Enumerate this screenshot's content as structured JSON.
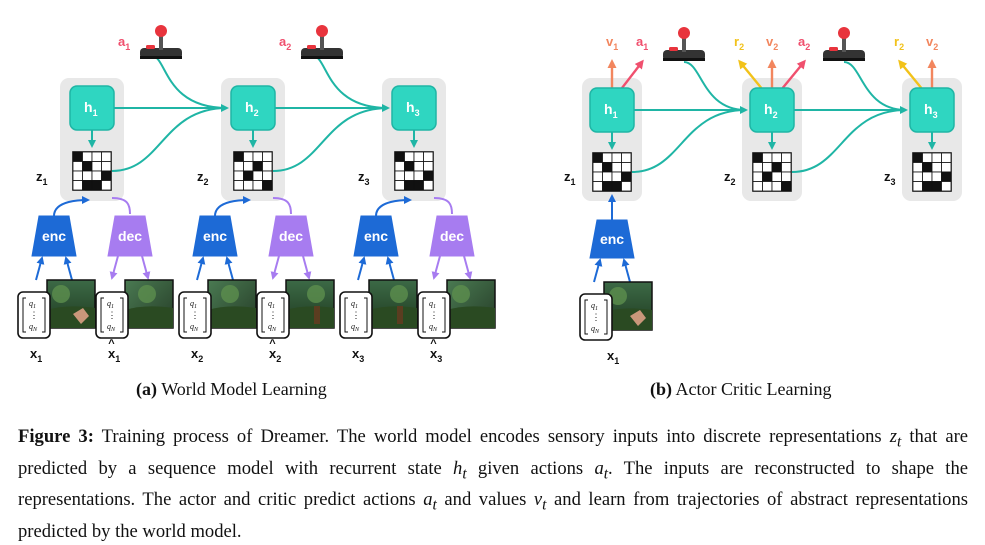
{
  "panel_a": {
    "subcaption_label": "(a)",
    "subcaption_text": "World Model Learning",
    "steps": [
      {
        "h": "h",
        "h_sub": "1",
        "z": "z",
        "z_sub": "1",
        "x": "x",
        "x_sub": "1",
        "xhat_sub": "1",
        "a": "a",
        "a_sub": "1"
      },
      {
        "h": "h",
        "h_sub": "2",
        "z": "z",
        "z_sub": "2",
        "x": "x",
        "x_sub": "2",
        "xhat_sub": "2",
        "a": "a",
        "a_sub": "2"
      },
      {
        "h": "h",
        "h_sub": "3",
        "z": "z",
        "z_sub": "3",
        "x": "x",
        "x_sub": "3",
        "xhat_sub": "3"
      }
    ],
    "enc_label": "enc",
    "dec_label": "dec"
  },
  "panel_b": {
    "subcaption_label": "(b)",
    "subcaption_text": "Actor Critic Learning",
    "steps": [
      {
        "h": "h",
        "h_sub": "1",
        "z": "z",
        "z_sub": "1",
        "outputs": [
          {
            "t": "v",
            "s": "1"
          },
          {
            "t": "a",
            "s": "1"
          }
        ]
      },
      {
        "h": "h",
        "h_sub": "2",
        "z": "z",
        "z_sub": "2",
        "outputs": [
          {
            "t": "r",
            "s": "2"
          },
          {
            "t": "v",
            "s": "2"
          },
          {
            "t": "a",
            "s": "2"
          }
        ]
      },
      {
        "h": "h",
        "h_sub": "3",
        "z": "z",
        "z_sub": "3",
        "outputs": [
          {
            "t": "r",
            "s": "2"
          },
          {
            "t": "v",
            "s": "2"
          }
        ]
      }
    ],
    "enc_label": "enc",
    "x": "x",
    "x_sub": "1"
  },
  "proprio": {
    "top": "q",
    "top_sub": "1",
    "dots": "⋮",
    "bottom": "q",
    "bottom_sub": "N"
  },
  "caption": {
    "label": "Figure 3:",
    "text_1": "Training process of Dreamer. The world model encodes sensory inputs into discrete representations ",
    "var_z": "z",
    "var_t": "t",
    "text_2": " that are predicted by a sequence model with recurrent state ",
    "var_h": "h",
    "text_3": " given actions ",
    "var_a": "a",
    "text_4": ". The inputs are reconstructed to shape the representations. The actor and critic predict actions ",
    "text_5": " and values ",
    "var_v": "v",
    "text_6": " and learn from trajectories of abstract representations predicted by the world model."
  },
  "colors": {
    "teal": "#2fd6c1",
    "teal_dark": "#1fb5a5",
    "enc_blue": "#1d6ad6",
    "dec_purple": "#a77cf0",
    "value_orange": "#f2865e",
    "action_red": "#f0506e",
    "reward_yellow": "#f2c21a",
    "gray_bg": "#e8e8e8"
  }
}
